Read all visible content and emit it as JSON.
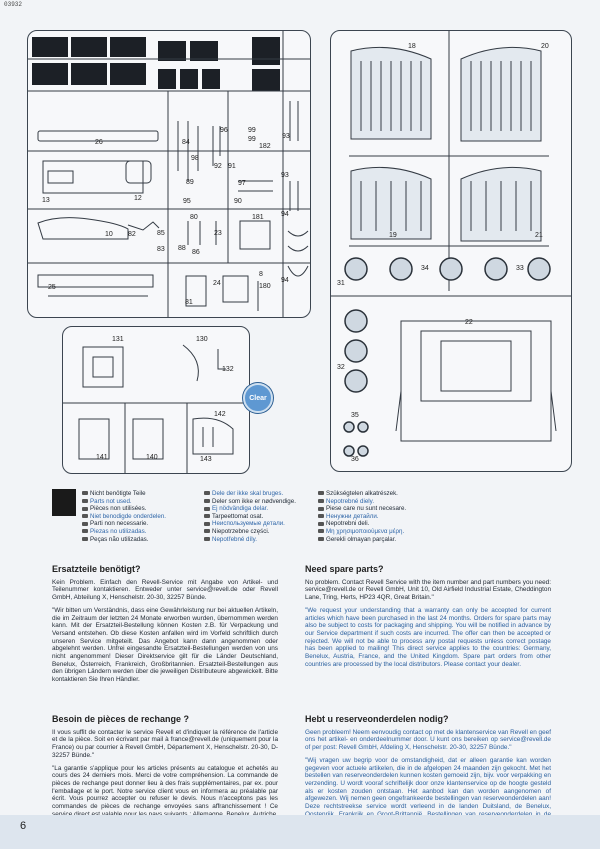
{
  "header": {
    "code": "03932"
  },
  "sprues": {
    "left": {
      "labels": [
        "26",
        "84",
        "98",
        "96",
        "99",
        "99",
        "182",
        "93",
        "13",
        "12",
        "89",
        "95",
        "92",
        "91",
        "97",
        "90",
        "93",
        "10",
        "82",
        "85",
        "83",
        "80",
        "86",
        "88",
        "23",
        "181",
        "94",
        "25",
        "81",
        "24",
        "8",
        "180",
        "94"
      ]
    },
    "right": {
      "labels": [
        "18",
        "20",
        "19",
        "21",
        "31",
        "34",
        "33",
        "22",
        "32",
        "35",
        "36"
      ]
    },
    "bottom": {
      "labels": [
        "131",
        "130",
        "132",
        "142",
        "141",
        "140",
        "143"
      ],
      "badge": "Clear"
    }
  },
  "legend": {
    "col1": [
      {
        "text": "Nicht benötigte Teile",
        "blue": false
      },
      {
        "text": "Parts not used.",
        "blue": true
      },
      {
        "text": "Pièces non utilisées.",
        "blue": false
      },
      {
        "text": "Niet benodigde onderdelen.",
        "blue": true
      },
      {
        "text": "Parti non necessarie.",
        "blue": false
      },
      {
        "text": "Piezas no utilizadas.",
        "blue": true
      },
      {
        "text": "Peças não utilizadas.",
        "blue": false
      }
    ],
    "col2": [
      {
        "text": "Dele der ikke skal bruges.",
        "blue": true
      },
      {
        "text": "Deler som ikke er nødvendige.",
        "blue": false
      },
      {
        "text": "Ej nödvändiga delar.",
        "blue": true
      },
      {
        "text": "Tarpeettomat osat.",
        "blue": false
      },
      {
        "text": "Неиспользуемые детали.",
        "blue": true
      },
      {
        "text": "Niepotrzebne części.",
        "blue": false
      },
      {
        "text": "Nepotřebné díly.",
        "blue": true
      }
    ],
    "col3": [
      {
        "text": "Szükségtelen alkatrészek.",
        "blue": false
      },
      {
        "text": "Nepotrebné diely.",
        "blue": true
      },
      {
        "text": "Piese care nu sunt necesare.",
        "blue": false
      },
      {
        "text": "Ненужни детайли.",
        "blue": true
      },
      {
        "text": "Nepotrebni deli.",
        "blue": false
      },
      {
        "text": "Μη χρησιμοποιούμενα μέρη.",
        "blue": true
      },
      {
        "text": "Gerekli olmayan parçalar.",
        "blue": false
      }
    ]
  },
  "sections": {
    "de": {
      "heading": "Ersatzteile benötigt?",
      "p1": "Kein Problem. Einfach den Revell-Service mit Angabe von Artikel- und Teilenummer kontaktieren. Entweder unter service@revell.de oder Revell GmbH, Abteilung X, Henschelstr. 20-30, 32257 Bünde.",
      "p2": "\"Wir bitten um Verständnis, dass eine Gewährleistung nur bei aktuellen Artikeln, die im Zeitraum der letzten 24 Monate erworben wurden, übernommen werden kann. Mit der Ersatzteil-Bestellung können Kosten z.B. für Verpackung und Versand entstehen. Ob diese Kosten anfallen wird im Vorfeld schriftlich durch unseren Service mitgeteilt. Das Angebot kann dann angenommen oder abgelehnt werden. Unfrei eingesandte Ersatzteil-Bestellungen werden von uns nicht angenommen! Dieser Direktservice gilt für die Länder Deutschland, Benelux, Österreich, Frankreich, Großbritannien. Ersatzteil-Bestellungen aus den übrigen Ländern werden über die jeweiligen Distributeure abgewickelt. Bitte kontaktieren Sie Ihren Händler."
    },
    "en": {
      "heading": "Need spare parts?",
      "p1": "No problem. Contact Revell Service with the item number and part numbers you need: service@revell.de or Revell GmbH, Unit 10, Old Airfield Industrial Estate, Cheddington Lane, Tring, Herts, HP23 4QR, Great Britain.\"",
      "p2": "\"We request your understanding that a warranty can only be accepted for current articles which have been purchased in the last 24 months. Orders for spare parts may also be subject to costs for packaging and shipping. You will be notified in advance by our Service department if such costs are incurred. The offer can then be accepted or rejected. We will not be able to process any postal requests unless correct postage has been applied to mailing! This direct service applies to the countries: Germany, Benelux, Austria, France, and the United Kingdom. Spare part orders from other countries are processed by the local distributors. Please contact your dealer."
    },
    "fr": {
      "heading": "Besoin de pièces de rechange ?",
      "p1": "Il vous suffit de contacter le service Revell et d'indiquer la référence de l'article et de la pièce. Soit en écrivant par mail à france@revell.de (uniquement pour la France) ou par courrier à Revell GmbH, Département X, Henschelstr. 20-30, D-32257 Bünde.\"",
      "p2": "\"La garantie s'applique pour les articles présents au catalogue et achetés au cours des 24 derniers mois. Merci de votre compréhension. La commande de pièces de rechange peut donner lieu à des frais supplémentaires, par ex. pour l'emballage et le port. Notre service client vous en informera au préalable par écrit. Vous pourrez accepter ou refuser le devis. Nous n'acceptons pas les commandes de pièces de rechange envoyées sans affranchissement ! Ce service direct est valable pour les pays suivants : Allemagne, Benelux, Autriche, France, Grande-Bretagne. Les commandes de pièces en provenance d'autres pays sont traitées par les distributeurs correspondants. Veuillez contacter votre revendeur."
    },
    "nl": {
      "heading": "Hebt u reserveonderdelen nodig?",
      "p1": "Geen probleem! Neem eenvoudig contact op met de klantenservice van Revell en geef ons het artikel- en onderdeelnummer door. U kunt ons bereiken op service@revell.de of per post: Revell GmbH, Afdeling X, Henschelstr. 20-30, 32257 Bünde.\"",
      "p2": "\"Wij vragen uw begrip voor de omstandigheid, dat er alleen garantie kan worden gegeven voor actuele artikelen, die in de afgelopen 24 maanden zijn gekocht. Met het bestellen van reserveonderdelen kunnen kosten gemoeid zijn, bijv. voor verpakking en verzending. U wordt vooraf schriftelijk door onze klantenservice op de hoogte gesteld als er kosten zouden ontstaan. Het aanbod kan dan worden aangenomen of afgewezen. Wij nemen geen ongefrankeerde bestellingen van reserveonderdelen aan! Deze rechtstreekse service wordt verleend in de landen Duitsland, de Benelux, Oostenrijk, Frankrijk en Groot-Brittannië. Bestellingen van reserveonderdelen in de overige landen worden afgewikkeld via de betreffende distributeurs. Neem hiervoor contact op met uw verkoper."
    }
  },
  "footer": {
    "page_number": "6"
  }
}
